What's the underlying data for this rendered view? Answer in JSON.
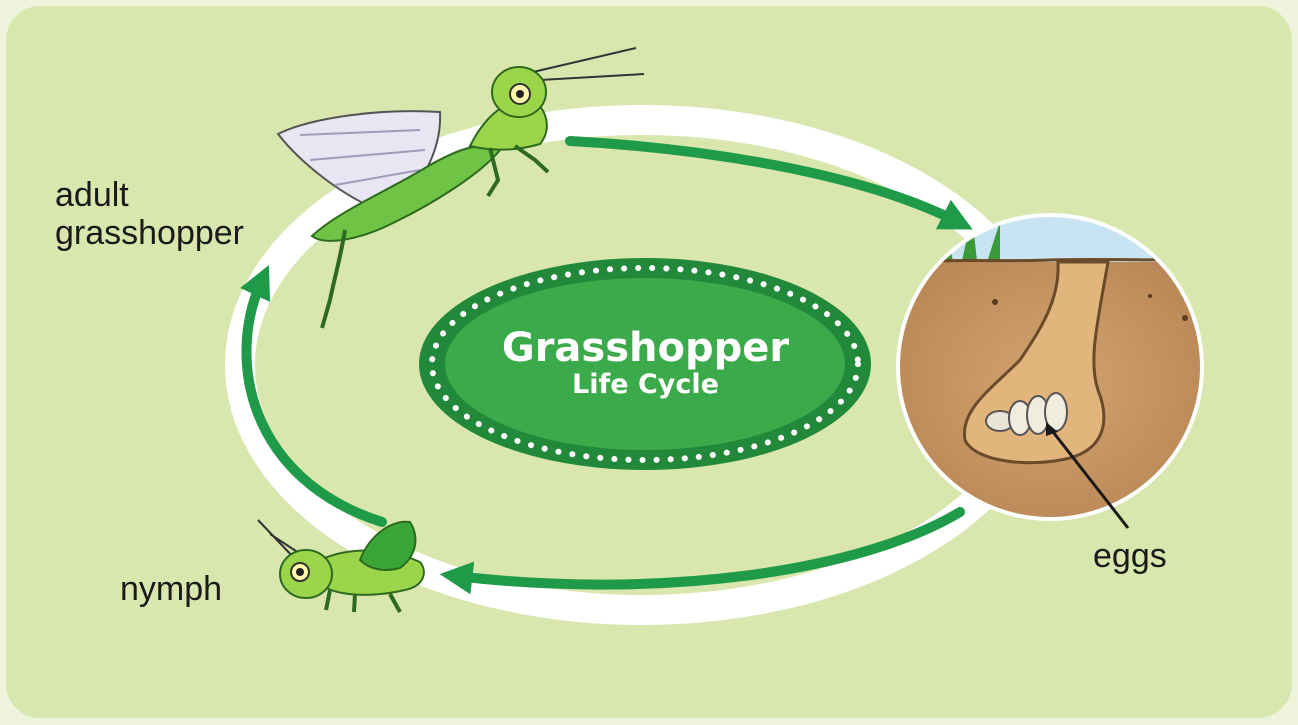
{
  "diagram": {
    "title": "Grasshopper",
    "subtitle": "Life Cycle",
    "stages": [
      {
        "name": "adult grasshopper",
        "label_lines": [
          "adult",
          "grasshopper"
        ]
      },
      {
        "name": "eggs",
        "label": "eggs"
      },
      {
        "name": "nymph",
        "label": "nymph"
      }
    ]
  },
  "colors": {
    "panel": "#d9e6ae",
    "arrow": "#1f9a48",
    "title_fill": "#3aaa4a",
    "title_border": "#22883a",
    "soil": "#c0905c",
    "sky": "#c8e4f2",
    "grasshopper_light": "#9bd64a",
    "grasshopper_dark": "#3aa637"
  }
}
